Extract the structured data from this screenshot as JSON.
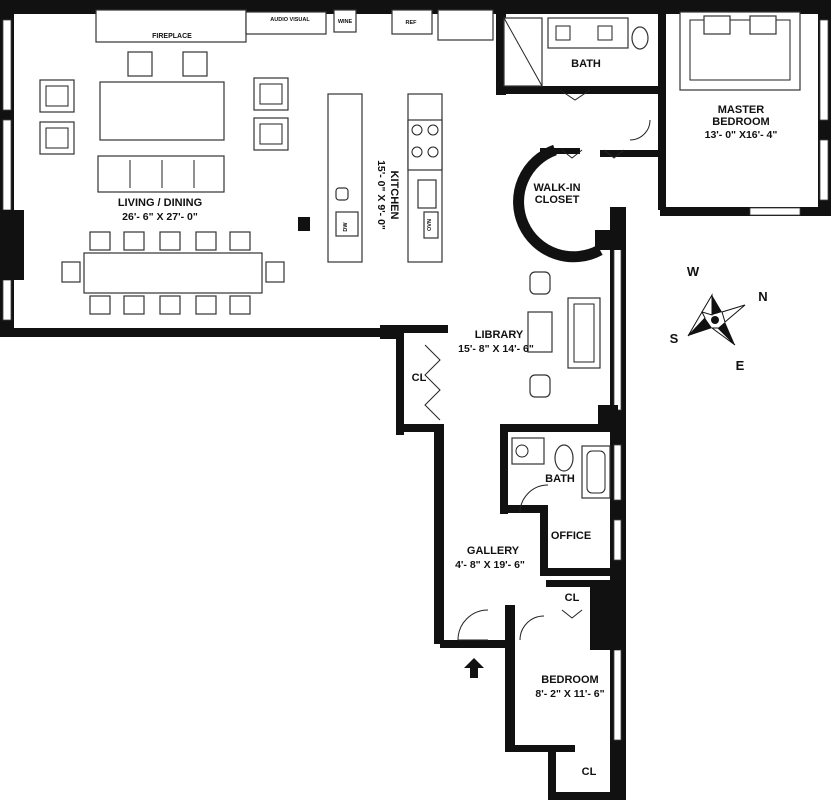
{
  "rooms": {
    "living_dining": {
      "name": "LIVING / DINING",
      "dims": "26'- 6\" X 27'- 0\""
    },
    "kitchen": {
      "name": "KITCHEN",
      "dims": "15'- 0\" X 9'- 0\""
    },
    "master_bedroom": {
      "name_line1": "MASTER",
      "name_line2": "BEDROOM",
      "dims": "13'- 0\" X16'- 4\""
    },
    "walk_in_closet": {
      "name_line1": "WALK-IN",
      "name_line2": "CLOSET"
    },
    "master_bath": {
      "name": "BATH"
    },
    "library": {
      "name": "LIBRARY",
      "dims": "15'- 8\" X 14'- 6\""
    },
    "bath2": {
      "name": "BATH"
    },
    "office": {
      "name": "OFFICE"
    },
    "gallery": {
      "name": "GALLERY",
      "dims": "4'- 8\" X 19'- 6\""
    },
    "bedroom": {
      "name": "BEDROOM",
      "dims": "8'- 2\" X 11'- 6\""
    },
    "closet_library": {
      "name": "CL"
    },
    "closet_bedroom_top": {
      "name": "CL"
    },
    "closet_bedroom_bottom": {
      "name": "CL"
    }
  },
  "fixtures": {
    "fireplace": "FIREPLACE",
    "audio_visual": "AUDIO VISUAL",
    "wine": "WINE",
    "ref": "REF",
    "dw": "DW",
    "ovn": "OVN"
  },
  "compass": {
    "w": "W",
    "n": "N",
    "s": "S",
    "e": "E"
  },
  "colors": {
    "wall": "#111111",
    "furniture": "#ffffff",
    "background": "#ffffff"
  }
}
